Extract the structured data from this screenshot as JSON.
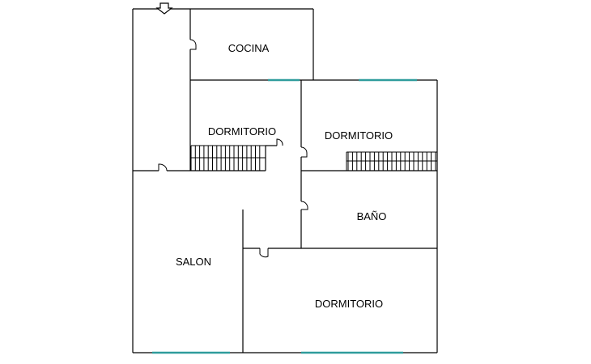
{
  "plan": {
    "rooms": {
      "kitchen": "COCINA",
      "bedroom_upper_left": "DORMITORIO",
      "bedroom_upper_right": "DORMITORIO",
      "bathroom": "BAÑO",
      "living_room": "SALON",
      "bedroom_lower": "DORMITORIO"
    },
    "colors": {
      "walls": "#000000",
      "windows": "#2f9c9c",
      "background": "#ffffff"
    },
    "icons": [
      "entrance-arrow-icon",
      "door-swing-icon",
      "stair-icon"
    ]
  }
}
